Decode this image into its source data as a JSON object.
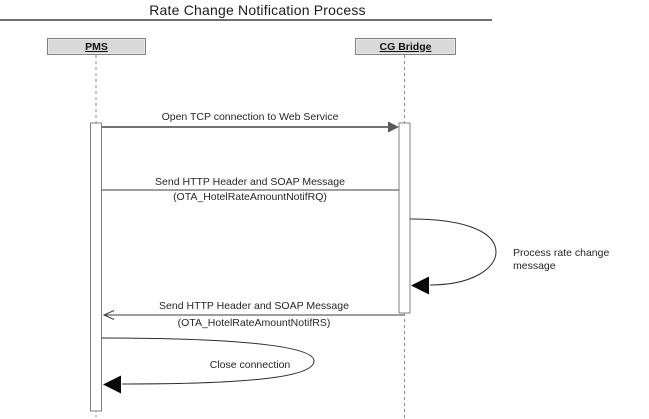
{
  "title": "Rate Change Notification Process",
  "actors": {
    "pms": {
      "label": "PMS"
    },
    "cg_bridge": {
      "label": "CG Bridge"
    }
  },
  "messages": {
    "open_tcp": {
      "label": "Open TCP connection to Web Service",
      "from": "PMS",
      "to": "CG Bridge",
      "arrow": "filled"
    },
    "soap_rq": {
      "line1": "Send HTTP Header and SOAP Message",
      "line2": "(OTA_HotelRateAmountNotifRQ)",
      "from": "PMS",
      "to": "CG Bridge",
      "arrow": "none"
    },
    "process_rate": {
      "label": "Process rate change message",
      "from": "CG Bridge",
      "to": "CG Bridge",
      "arrow": "self-loop"
    },
    "soap_rs": {
      "line1": "Send HTTP Header and SOAP Message",
      "line2": "(OTA_HotelRateAmountNotifRS)",
      "from": "CG Bridge",
      "to": "PMS",
      "arrow": "open"
    },
    "close_conn": {
      "label": "Close connection",
      "from": "PMS",
      "to": "PMS",
      "arrow": "self-loop"
    }
  },
  "colors": {
    "actor_fill": "#d9d9d9",
    "actor_border": "#808080",
    "lifeline": "#8a8a8a",
    "message1_line": "#737373",
    "message1_arrowhead": "#595959",
    "message_line": "#3d3d3d",
    "loop_arrowhead": "#0a0a0a",
    "title_rule": "#6e6e6e"
  }
}
